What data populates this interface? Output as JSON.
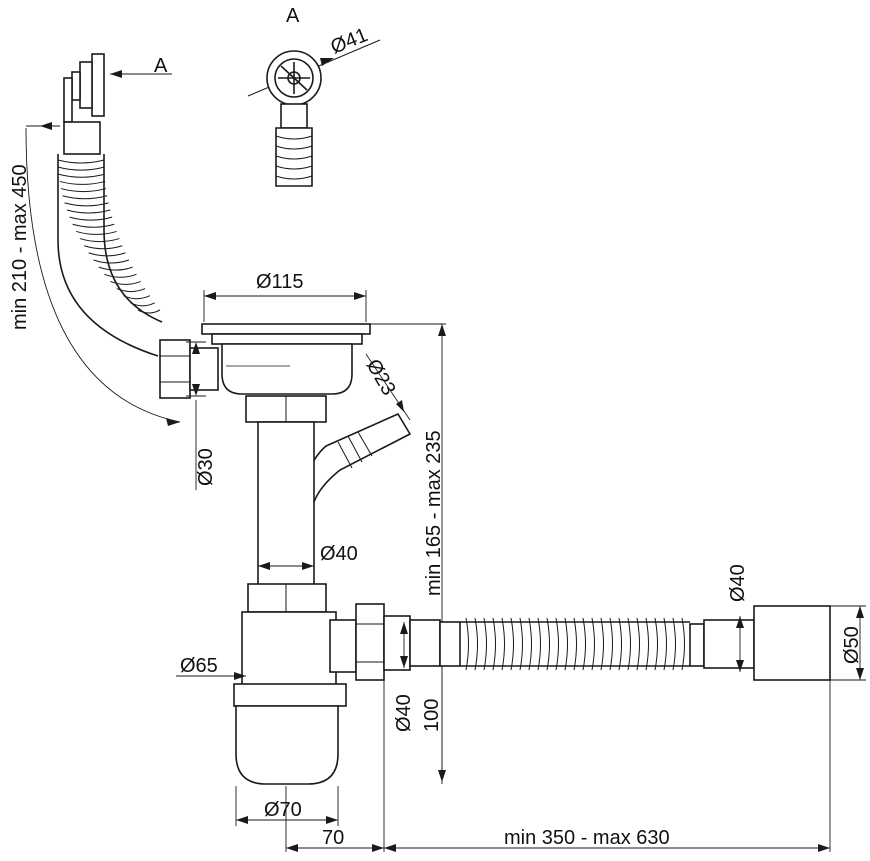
{
  "labels": {
    "section_letter_top": "A",
    "section_letter_side": "A",
    "d41": "Ø41",
    "d115": "Ø115",
    "d23": "Ø23",
    "d30": "Ø30",
    "d40_pipe": "Ø40",
    "d65": "Ø65",
    "d40_outlet": "Ø40",
    "d40_trap": "Ø40",
    "h100": "100",
    "d50": "Ø50",
    "d70": "Ø70",
    "w70": "70",
    "overflow_length": "min 210 - max 450",
    "height_range": "min 165 - max 235",
    "hose_length": "min 350 - max 630"
  }
}
